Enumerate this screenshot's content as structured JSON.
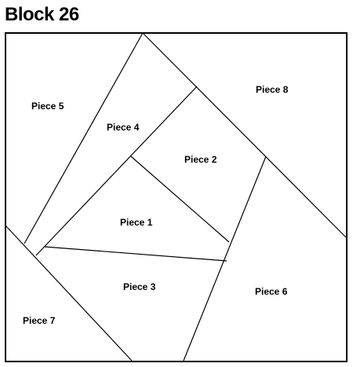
{
  "title": "Block 26",
  "pieces": [
    {
      "id": "1",
      "label": "Piece 1"
    },
    {
      "id": "2",
      "label": "Piece 2"
    },
    {
      "id": "3",
      "label": "Piece 3"
    },
    {
      "id": "4",
      "label": "Piece 4"
    },
    {
      "id": "5",
      "label": "Piece 5"
    },
    {
      "id": "6",
      "label": "Piece 6"
    },
    {
      "id": "7",
      "label": "Piece 7"
    },
    {
      "id": "8",
      "label": "Piece 8"
    }
  ],
  "colors": {
    "line": "#000000",
    "background": "#ffffff"
  }
}
